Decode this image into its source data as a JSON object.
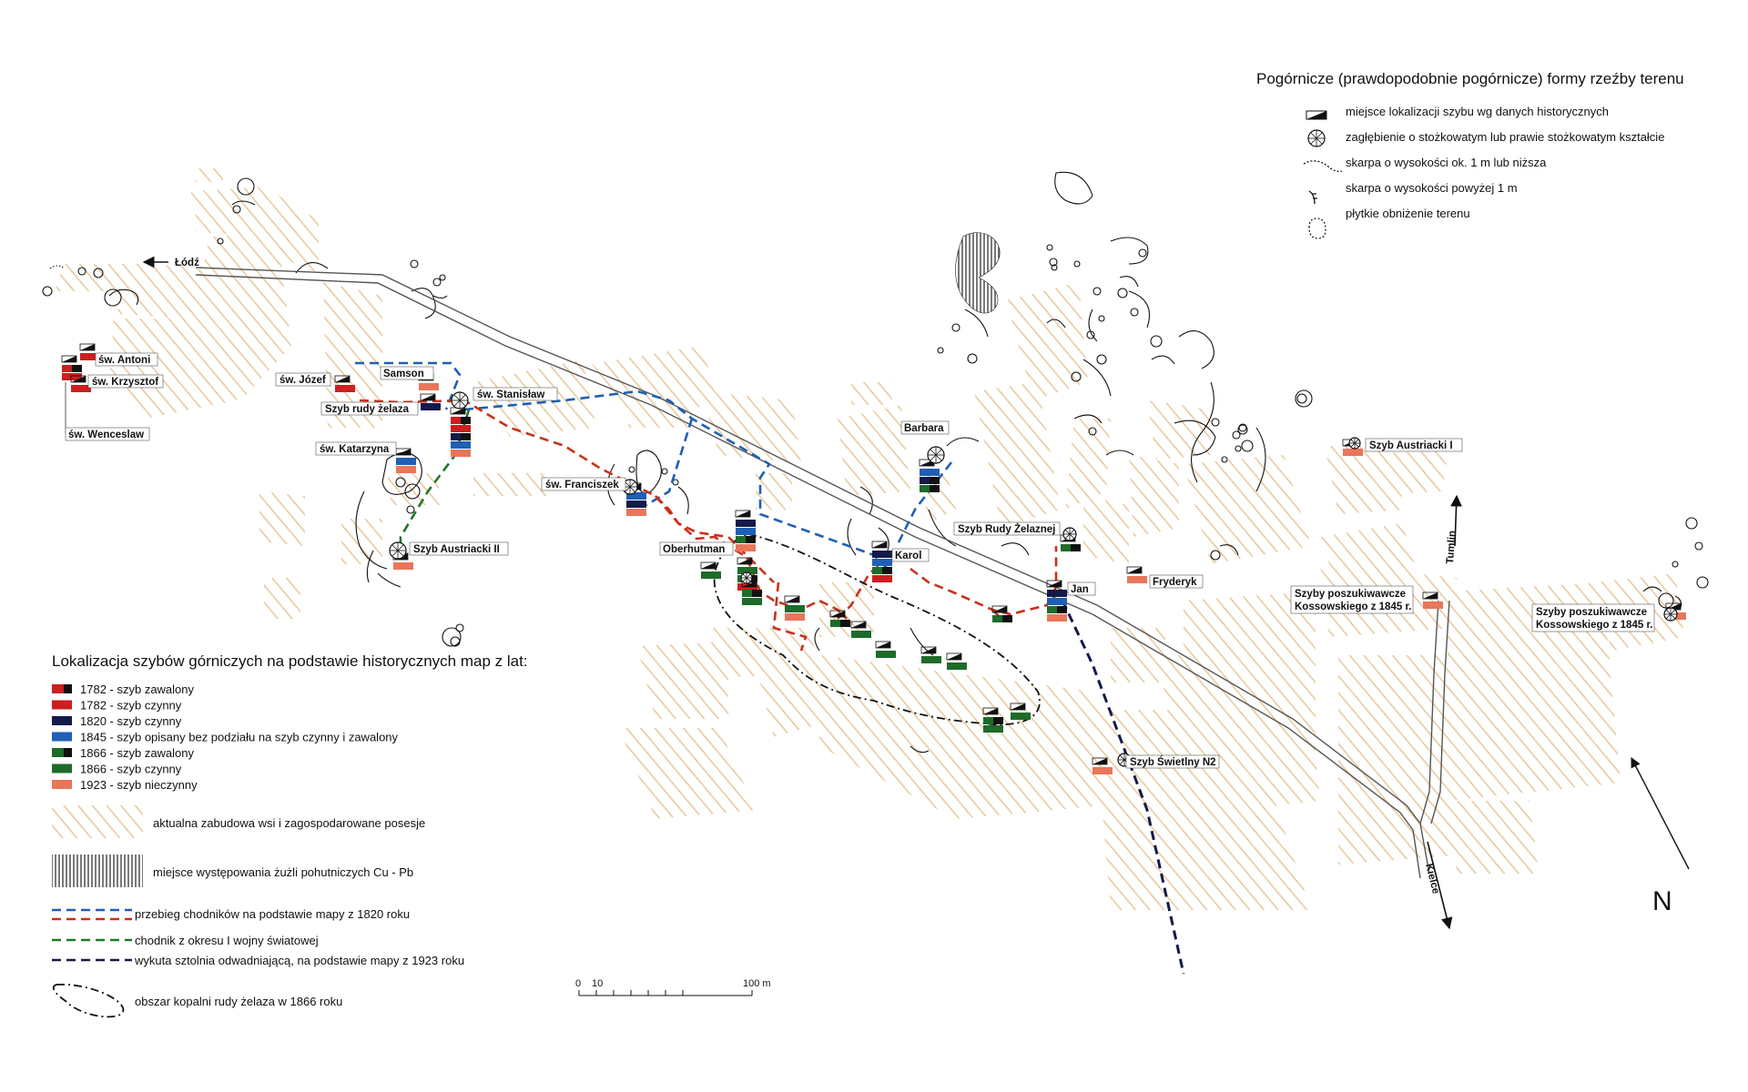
{
  "title": "Pogórnicze (prawdopodobnie pogórnicze) formy rzeźby terenu",
  "landforms_legend": [
    {
      "icon": "shaft-location-icon",
      "text": "miejsce lokalizacji szybu wg danych historycznych"
    },
    {
      "icon": "cone-depression-icon",
      "text": "zagłębienie o stożkowatym lub prawie stożkowatym kształcie"
    },
    {
      "icon": "low-scarp-icon",
      "text": "skarpa o wysokości ok. 1 m lub niższa"
    },
    {
      "icon": "high-scarp-icon",
      "text": "skarpa o wysokości powyżej 1 m"
    },
    {
      "icon": "shallow-depression-icon",
      "text": "płytkie obniżenie terenu"
    }
  ],
  "shafts_legend_title": "Lokalizacja szybów górniczych na podstawie historycznych map z lat:",
  "shafts_legend": [
    {
      "text": "1782 - szyb zawalony",
      "color": "#cc1f1f",
      "collapsed": true
    },
    {
      "text": "1782 - szyb czynny",
      "color": "#cc1f1f",
      "collapsed": false
    },
    {
      "text": "1820 - szyb czynny",
      "color": "#141a4a",
      "collapsed": false
    },
    {
      "text": "1845 -  szyb opisany  bez podziału na szyb czynny i zawalony",
      "color": "#1f5fb5",
      "collapsed": false
    },
    {
      "text": "1866 - szyb zawalony",
      "color": "#1e6b2a",
      "collapsed": true
    },
    {
      "text": "1866 -  szyb czynny",
      "color": "#1e6b2a",
      "collapsed": false
    },
    {
      "text": "1923 - szyb nieczynny",
      "color": "#e8765a",
      "collapsed": false
    }
  ],
  "area_legend": [
    {
      "text": "aktualna zabudowa wsi i zagospodarowane posesje",
      "pattern": "hatch-orange"
    },
    {
      "text": "miejsce występowania żużli pohutniczych Cu - Pb",
      "pattern": "vertical-lines"
    }
  ],
  "line_legend": [
    {
      "text": "przebieg chodników na podstawie mapy z 1820 roku",
      "colors": [
        "#1f5fb5",
        "#c8311c"
      ]
    },
    {
      "text": "chodnik z okresu I wojny światowej",
      "colors": [
        "#1e7a2a"
      ]
    },
    {
      "text": "wykuta sztolnia odwadniającą, na podstawie mapy z 1923 roku",
      "colors": [
        "#141a4a"
      ]
    },
    {
      "text": "obszar kopalni rudy żelaza w 1866 roku",
      "colors": [
        "#111111"
      ]
    }
  ],
  "scale_bar": {
    "start": "0",
    "mid": "10",
    "end": "100 m"
  },
  "north_label": "N",
  "road_labels": {
    "lodz": "Łódź",
    "tumlin": "Tumlin",
    "kielce": "Kielce"
  },
  "shaft_labels": [
    "św. Antoni",
    "św. Krzysztof",
    "św. Wenceslaw",
    "św. Józef",
    "Samson",
    "św. Stanisław",
    "Szyb rudy żelaza",
    "św. Katarzyna",
    "Szyb Austriacki II",
    "św. Franciszek",
    "Oberhutman",
    "Barbara",
    "Karol",
    "Szyb Rudy Żelaznej",
    "Jan",
    "Fryderyk",
    "Szyb Austriacki I",
    "Szyby poszukiwawcze",
    "Kossowskiego z 1845 r.",
    "Szyby poszukiwawcze",
    "Kossowskiego z 1845 r.",
    "Szyb Świetlny N2"
  ],
  "colors": {
    "hatch": "#e8c9a0",
    "road": "#555555",
    "tunnel_1820_blue": "#1f5fb5",
    "tunnel_1820_red": "#c8311c",
    "tunnel_ww1": "#1e7a2a",
    "adit_1923": "#141a4a"
  }
}
